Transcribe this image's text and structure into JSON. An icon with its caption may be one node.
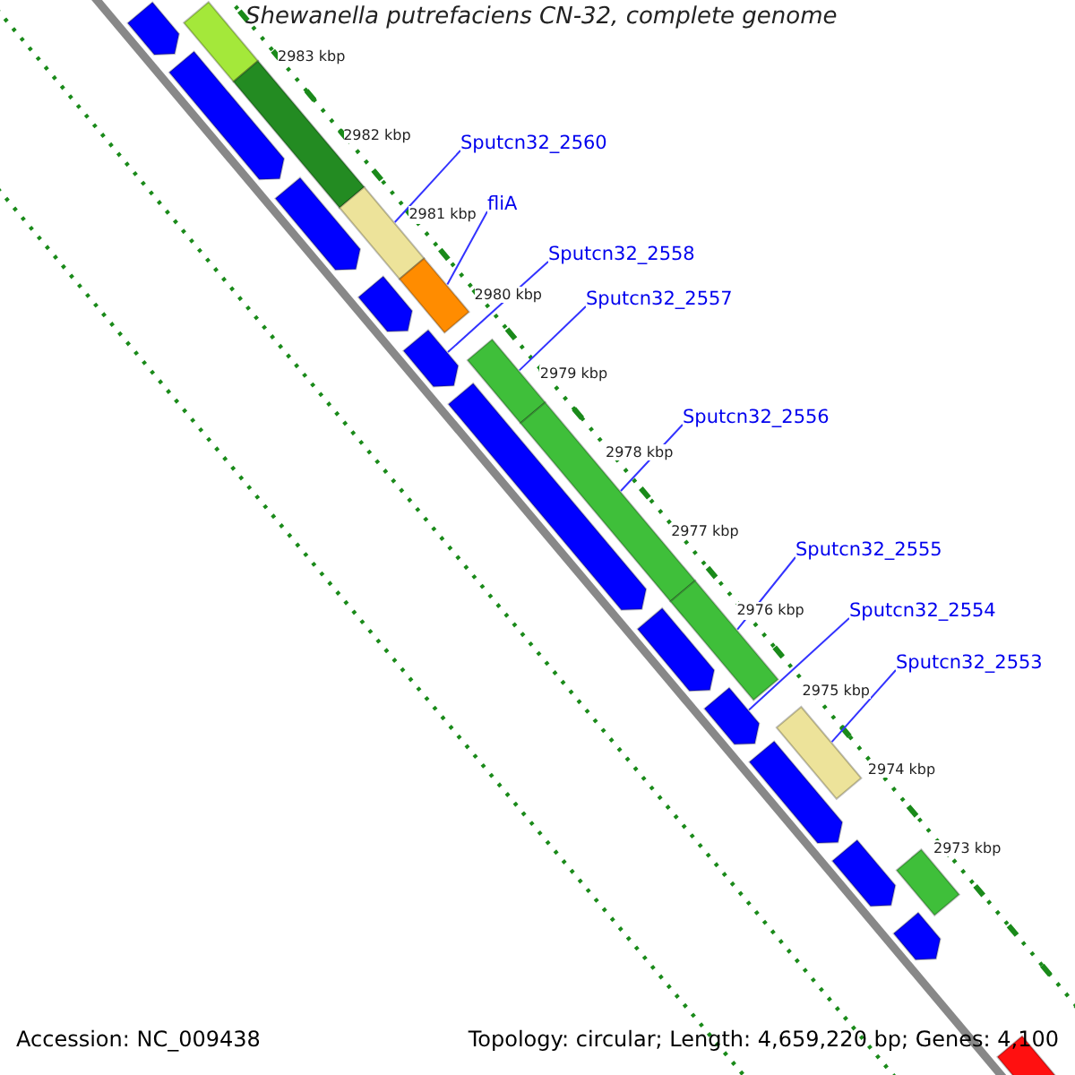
{
  "diagram": {
    "title": "Shewanella putrefaciens CN-32, complete genome",
    "nodes": [
      {
        "text": [
          "Sputcn32_2560"
        ]
      },
      {
        "text": [
          "fliA"
        ]
      },
      {
        "text": [
          "Sputcn32_2558"
        ]
      },
      {
        "text": [
          "Sputcn32_2557"
        ]
      },
      {
        "text": [
          "Sputcn32_2556"
        ]
      },
      {
        "text": [
          "Sputcn32_2555"
        ]
      },
      {
        "text": [
          "Sputcn32_2554"
        ]
      },
      {
        "text": [
          "Sputcn32_2553"
        ]
      },
      {
        "text": [],
        "shape": "bar"
      },
      {
        "text": [],
        "shape": "bar"
      },
      {
        "text": [],
        "shape": "bar"
      },
      {
        "text": [],
        "shape": "bar"
      },
      {
        "text": [],
        "shape": "bar"
      },
      {
        "text": [],
        "shape": "bar"
      },
      {
        "text": [],
        "shape": "bar"
      },
      {
        "text": [],
        "shape": "bar"
      },
      {
        "text": [],
        "shape": "bar"
      },
      {
        "text": [],
        "shape": "arrow"
      },
      {
        "text": [],
        "shape": "arrow"
      },
      {
        "text": [],
        "shape": "arrow"
      },
      {
        "text": [],
        "shape": "arrow"
      },
      {
        "text": [],
        "shape": "arrow"
      },
      {
        "text": [],
        "shape": "arrow"
      },
      {
        "text": [],
        "shape": "arrow"
      },
      {
        "text": [],
        "shape": "arrow"
      },
      {
        "text": [],
        "shape": "arrow"
      },
      {
        "text": [],
        "shape": "arrow"
      },
      {
        "text": [],
        "shape": "arrow"
      },
      {
        "text": [],
        "shape": "bar"
      }
    ],
    "edges": [
      {
        "from": 0,
        "to": 10,
        "arrow": "none"
      },
      {
        "from": 1,
        "to": 11,
        "arrow": "none"
      },
      {
        "from": 2,
        "to": 21,
        "arrow": "none"
      },
      {
        "from": 3,
        "to": 12,
        "arrow": "none"
      },
      {
        "from": 4,
        "to": 13,
        "arrow": "none"
      },
      {
        "from": 5,
        "to": 14,
        "arrow": "none"
      },
      {
        "from": 6,
        "to": 24,
        "arrow": "none"
      },
      {
        "from": 7,
        "to": 15,
        "arrow": "none"
      }
    ],
    "labels": [
      "2983 kbp",
      "2982 kbp",
      "2981 kbp",
      "2980 kbp",
      "2979 kbp",
      "2978 kbp",
      "2977 kbp",
      "2976 kbp",
      "2975 kbp",
      "2974 kbp",
      "2973 kbp",
      "Accession: NC_009438",
      "Topology: circular; Length: 4,659,220 bp; Genes: 4,100"
    ]
  }
}
